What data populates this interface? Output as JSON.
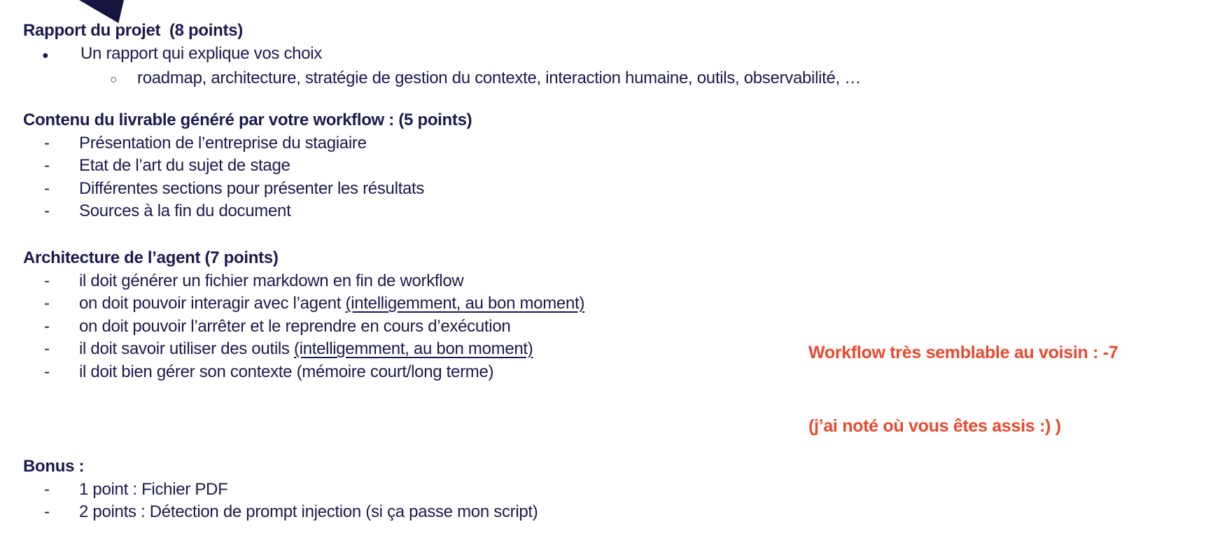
{
  "page": {
    "background_color": "#ffffff",
    "text_color": "#1a1a4e",
    "accent_color": "#e8492f",
    "triangle_color": "#14143f"
  },
  "sections": [
    {
      "heading": "Rapport du projet  (8 points)",
      "items": [
        {
          "marker": "●",
          "level": 1,
          "text": "Un rapport qui explique vos choix"
        },
        {
          "marker": "○",
          "level": 2,
          "text": "roadmap, architecture, stratégie de gestion du contexte, interaction humaine, outils, observabilité, …"
        }
      ]
    },
    {
      "heading": "Contenu du livrable généré par votre workflow : (5 points)",
      "items": [
        {
          "marker": "-",
          "text": "Présentation de l’entreprise du stagiaire"
        },
        {
          "marker": "-",
          "text": "Etat de l’art du sujet de stage"
        },
        {
          "marker": "-",
          "text": "Différentes sections pour présenter les résultats"
        },
        {
          "marker": "-",
          "text": "Sources à la fin du document"
        }
      ]
    },
    {
      "heading": "Architecture de l’agent (7 points)",
      "items": [
        {
          "marker": "-",
          "text": "il doit générer un fichier markdown en fin de workflow"
        },
        {
          "marker": "-",
          "text": "on doit pouvoir interagir avec l’agent ",
          "underline": "(intelligemment, au bon moment)"
        },
        {
          "marker": "-",
          "text": "on doit pouvoir l’arrêter et le reprendre en cours d’exécution"
        },
        {
          "marker": "-",
          "text": "il doit savoir utiliser des outils ",
          "underline": "(intelligemment, au bon moment)"
        },
        {
          "marker": "-",
          "text": "il doit bien gérer son contexte (mémoire court/long terme)"
        }
      ]
    },
    {
      "heading": "Bonus :",
      "items": [
        {
          "marker": "-",
          "text": "1 point : Fichier PDF"
        },
        {
          "marker": "-",
          "text": "2 points : Détection de prompt injection (si ça passe mon script)"
        }
      ]
    }
  ],
  "annotation": {
    "line1": "Workflow très semblable au voisin : -7",
    "line2": "(j’ai noté où vous êtes assis :) )"
  }
}
